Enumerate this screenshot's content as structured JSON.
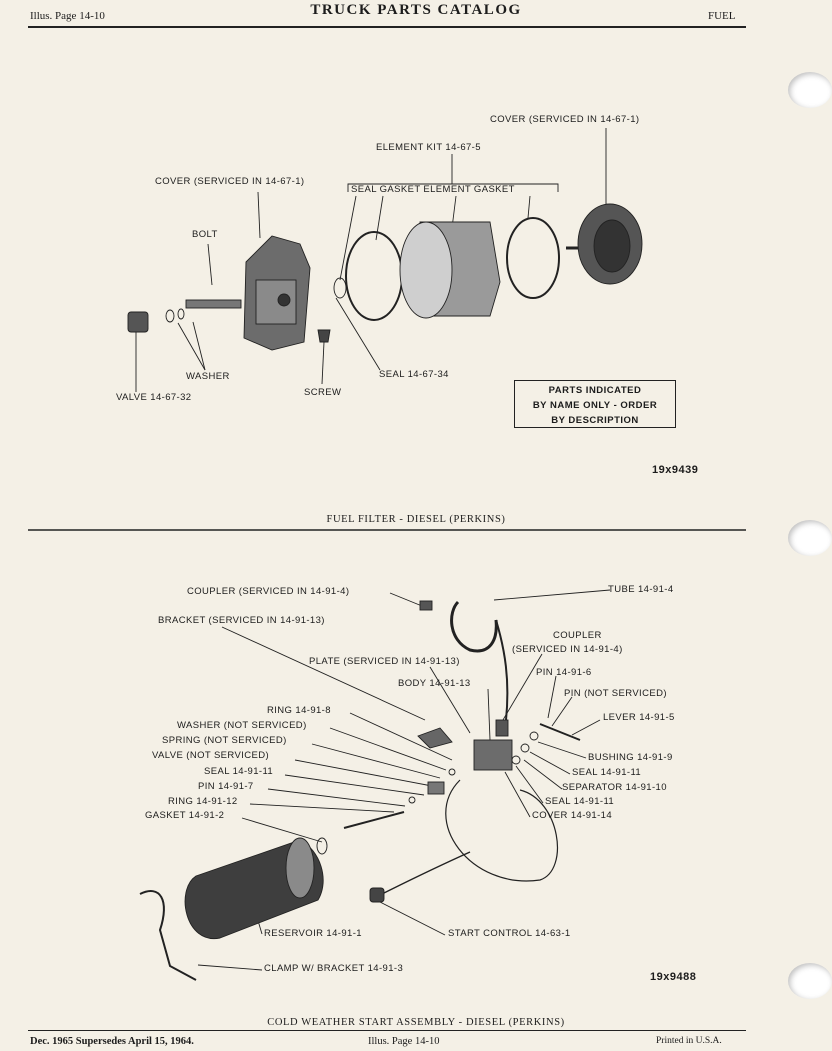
{
  "header": {
    "left": "Illus. Page 14-10",
    "title": "TRUCK PARTS CATALOG",
    "right": "FUEL"
  },
  "fig1": {
    "caption": "FUEL FILTER - DIESEL (PERKINS)",
    "number": "19x9439",
    "labels": {
      "cover_right": "COVER (SERVICED IN 14-67-1)",
      "element_kit": "ELEMENT KIT 14-67-5",
      "cover_left": "COVER (SERVICED IN 14-67-1)",
      "kit_contents": "SEAL  GASKET  ELEMENT  GASKET",
      "bolt": "BOLT",
      "washer": "WASHER",
      "valve": "VALVE 14-67-32",
      "screw": "SCREW",
      "seal": "SEAL 14-67-34"
    },
    "note": [
      "PARTS INDICATED",
      "BY NAME ONLY - ORDER",
      "BY DESCRIPTION"
    ]
  },
  "fig2": {
    "caption": "COLD WEATHER START ASSEMBLY - DIESEL (PERKINS)",
    "number": "19x9488",
    "labels": {
      "coupler_top": "COUPLER (SERVICED IN 14-91-4)",
      "tube": "TUBE 14-91-4",
      "bracket": "BRACKET (SERVICED IN 14-91-13)",
      "coupler2_a": "COUPLER",
      "coupler2_b": "(SERVICED IN 14-91-4)",
      "plate": "PLATE (SERVICED IN 14-91-13)",
      "pin6": "PIN 14-91-6",
      "body": "BODY 14-91-13",
      "pin_ns": "PIN (NOT SERVICED)",
      "ring8": "RING 14-91-8",
      "lever": "LEVER 14-91-5",
      "washer_ns": "WASHER (NOT SERVICED)",
      "spring_ns": "SPRING (NOT SERVICED)",
      "bushing": "BUSHING 14-91-9",
      "valve_ns": "VALVE (NOT SERVICED)",
      "seal11_r": "SEAL 14-91-11",
      "seal11_l": "SEAL 14-91-11",
      "separator": "SEPARATOR 14-91-10",
      "pin7": "PIN 14-91-7",
      "seal11_m": "SEAL 14-91-11",
      "ring12": "RING 14-91-12",
      "cover14": "COVER 14-91-14",
      "gasket": "GASKET 14-91-2",
      "reservoir": "RESERVOIR 14-91-1",
      "start_control": "START CONTROL 14-63-1",
      "clamp": "CLAMP W/ BRACKET 14-91-3"
    }
  },
  "footer": {
    "left": "Dec. 1965 Supersedes April 15, 1964.",
    "center": "Illus. Page 14-10",
    "right": "Printed in U.S.A."
  }
}
